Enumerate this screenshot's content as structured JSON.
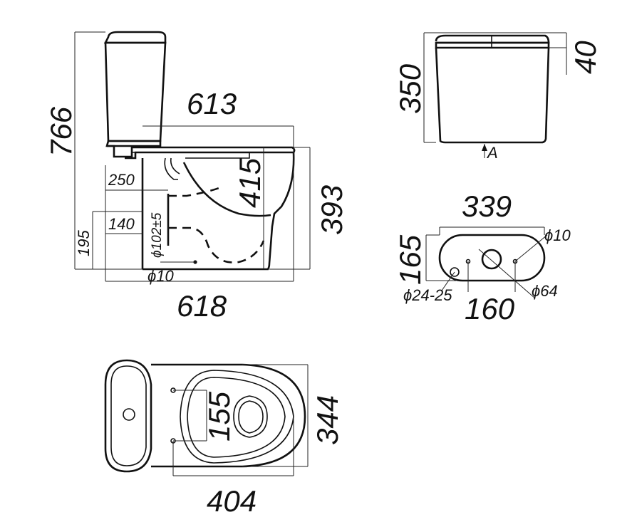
{
  "side_view": {
    "total_height": "766",
    "depth": "613",
    "bowl_height": "415",
    "rim_height": "393",
    "inlet_height": "250",
    "outlet_height": "140",
    "outlet_center_height": "195",
    "outlet_diameter": "ϕ102±5",
    "fixing_hole": "ϕ10",
    "overall_length": "618"
  },
  "tank_front_view": {
    "height": "350",
    "lid_height": "40",
    "view_marker": "A"
  },
  "tank_bottom_view": {
    "width": "339",
    "depth": "165",
    "hole_spacing": "160",
    "side_hole": "ϕ10",
    "center_hole": "ϕ64",
    "water_inlet_hole": "ϕ24-25"
  },
  "top_view": {
    "seat_hole_spacing": "155",
    "width": "344",
    "length": "404"
  }
}
